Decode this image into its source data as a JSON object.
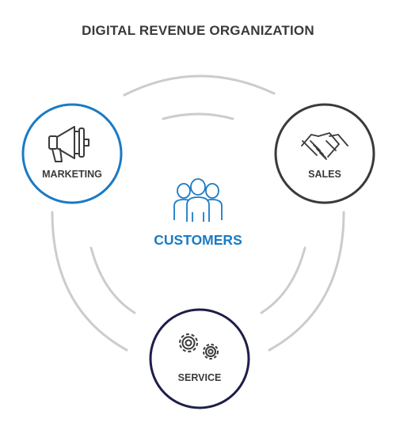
{
  "title": "DIGITAL REVENUE ORGANIZATION",
  "center": {
    "label": "CUSTOMERS",
    "color": "#1a7ac4",
    "icon": "people-group-icon"
  },
  "nodes": [
    {
      "label": "MARKETING",
      "icon": "megaphone-icon",
      "color": "#1a7ac4"
    },
    {
      "label": "SALES",
      "icon": "handshake-icon",
      "color": "#3a3a3a"
    },
    {
      "label": "SERVICE",
      "icon": "gears-icon",
      "color": "#1e1e4a"
    }
  ],
  "colors": {
    "arc": "#cccccc",
    "text": "#3a3a3a"
  }
}
